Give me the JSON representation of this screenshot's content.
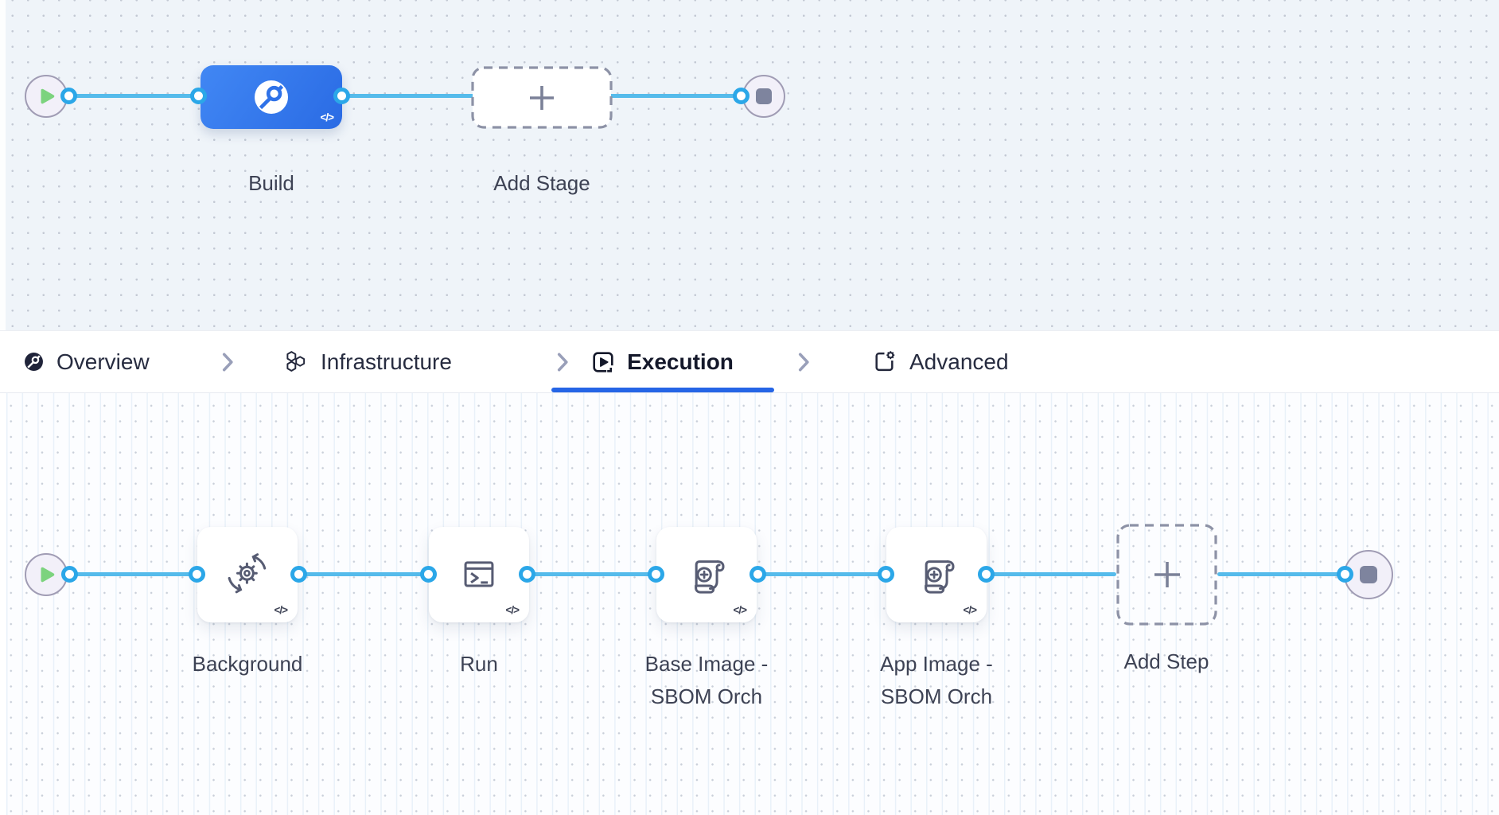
{
  "pipeline_tabs": {
    "items": [
      {
        "id": "overview",
        "label": "Overview",
        "icon": "pipeline-overview-icon",
        "active": false
      },
      {
        "id": "infrastructure",
        "label": "Infrastructure",
        "icon": "infrastructure-icon",
        "active": false
      },
      {
        "id": "execution",
        "label": "Execution",
        "icon": "execution-icon",
        "active": true
      },
      {
        "id": "advanced",
        "label": "Advanced",
        "icon": "advanced-icon",
        "active": false
      }
    ],
    "separator_icon": "chevron-right-icon"
  },
  "stage_graph": {
    "start_node_icon": "play-icon",
    "end_node_icon": "stop-icon",
    "stages": [
      {
        "label": "Build",
        "icon": "ci-build-icon",
        "selected": true,
        "code_glyph": "</>"
      }
    ],
    "add_stage_label": "Add Stage",
    "add_icon": "plus-icon"
  },
  "execution_graph": {
    "start_node_icon": "play-icon",
    "end_node_icon": "stop-icon",
    "steps": [
      {
        "label_lines": [
          "Background"
        ],
        "icon": "background-sync-icon",
        "code_glyph": "</>"
      },
      {
        "label_lines": [
          "Run"
        ],
        "icon": "run-terminal-icon",
        "code_glyph": "</>"
      },
      {
        "label_lines": [
          "Base Image -",
          "SBOM Orch"
        ],
        "icon": "sbom-scroll-icon",
        "code_glyph": "</>"
      },
      {
        "label_lines": [
          "App Image -",
          "SBOM Orch"
        ],
        "icon": "sbom-scroll-icon",
        "code_glyph": "</>"
      }
    ],
    "add_step_label": "Add Step",
    "add_icon": "plus-icon"
  },
  "colors": {
    "connector_blue": "#55bbeb",
    "port_border_blue": "#2ba7e8",
    "stage_gradient_start": "#4187f4",
    "stage_gradient_end": "#2a6be4",
    "active_tab_underline": "#2565e6",
    "play_green": "#7cd37e",
    "stop_slate": "#7e849e",
    "canvas_top_bg": "#eff4f9",
    "canvas_bottom_bg": "#fcfdff"
  }
}
